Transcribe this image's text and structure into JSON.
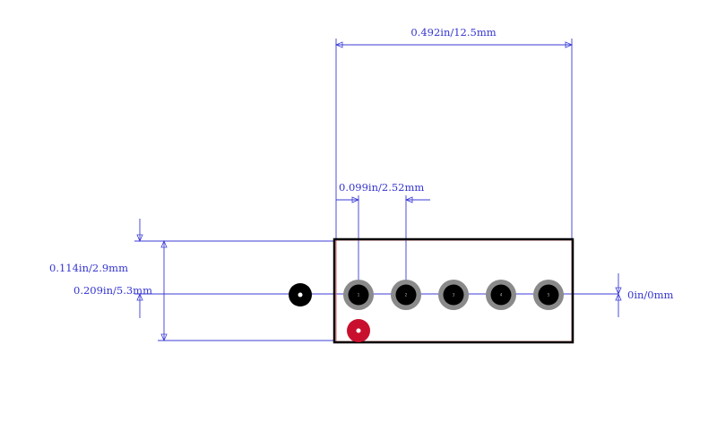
{
  "dimensions": {
    "overall_width": "0.492in/12.5mm",
    "pitch": "0.099in/2.52mm",
    "pin_to_edge": "0.114in/2.9mm",
    "overall_height": "0.209in/5.3mm",
    "offset": "0in/0mm"
  },
  "pins": [
    {
      "number": "1"
    },
    {
      "number": "2"
    },
    {
      "number": "3"
    },
    {
      "number": "4"
    },
    {
      "number": "5"
    }
  ],
  "colors": {
    "dimension": "#3b3bd6",
    "outline": "#000000",
    "pad_ring": "#8a8a8a",
    "pad_core": "#000000",
    "marker": "#c8102e",
    "courtyard": "#e06a6a"
  }
}
